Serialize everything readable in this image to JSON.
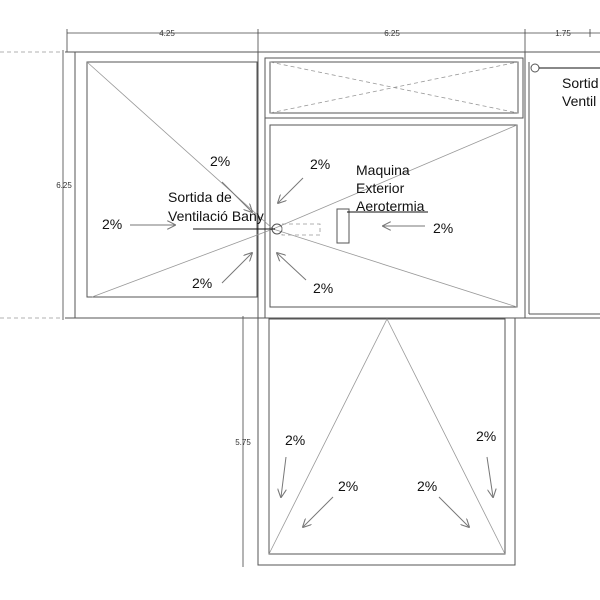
{
  "dimensions": {
    "top": [
      "4.25",
      "6.25",
      "1.75"
    ],
    "left_upper": "6.25",
    "left_lower": "5.75"
  },
  "labels": {
    "ventilation_bath": [
      "Sortida de",
      "Ventilació Bany"
    ],
    "exterior_unit": [
      "Maquina",
      "Exterior",
      "Aerotermia"
    ],
    "ventilation_right": [
      "Sortid",
      "Ventil"
    ]
  },
  "slopes": [
    "2%",
    "2%",
    "2%",
    "2%",
    "2%",
    "2%",
    "2%",
    "2%",
    "2%",
    "2%"
  ]
}
